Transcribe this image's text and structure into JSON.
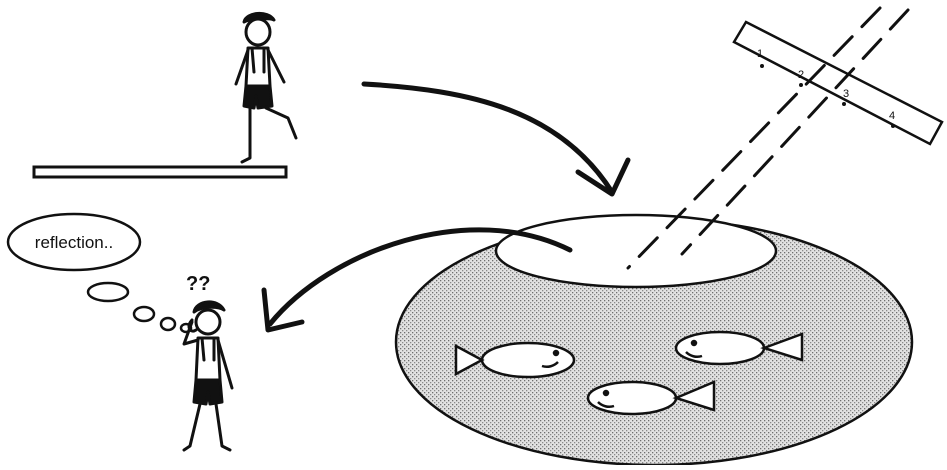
{
  "thought_bubble": {
    "text": "reflection.."
  },
  "confusion_mark": {
    "text": "??"
  },
  "ruler": {
    "ticks": [
      "1",
      "2",
      "3",
      "4"
    ]
  },
  "colors": {
    "ink": "#111111",
    "paper": "#ffffff",
    "stipple_dot": "#7a7a7a",
    "stipple_bg": "#e6e6e6"
  }
}
